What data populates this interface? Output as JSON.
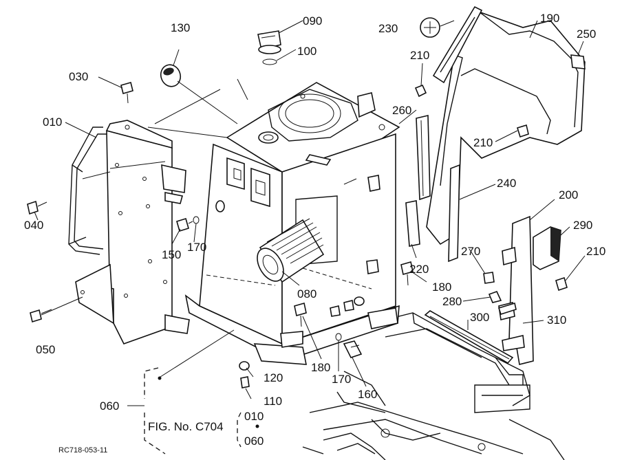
{
  "callouts": {
    "p130": "130",
    "p090": "090",
    "p100": "100",
    "p230": "230",
    "p190": "190",
    "p250": "250",
    "p210a": "210",
    "p030": "030",
    "p010": "010",
    "p260": "260",
    "p210b": "210",
    "p240": "240",
    "p200": "200",
    "p290": "290",
    "p040": "040",
    "p150": "150",
    "p170a": "170",
    "p220": "220",
    "p270": "270",
    "p210c": "210",
    "p080": "080",
    "p180a": "180",
    "p280": "280",
    "p300": "300",
    "p310": "310",
    "p050": "050",
    "p180b": "180",
    "p170b": "170",
    "p160": "160",
    "p120": "120",
    "p110": "110",
    "p060": "060"
  },
  "reference": {
    "fig_label": "FIG. No. C704",
    "ref_010": "010",
    "ref_060": "060"
  },
  "drawing_code": "RC718-053-11"
}
